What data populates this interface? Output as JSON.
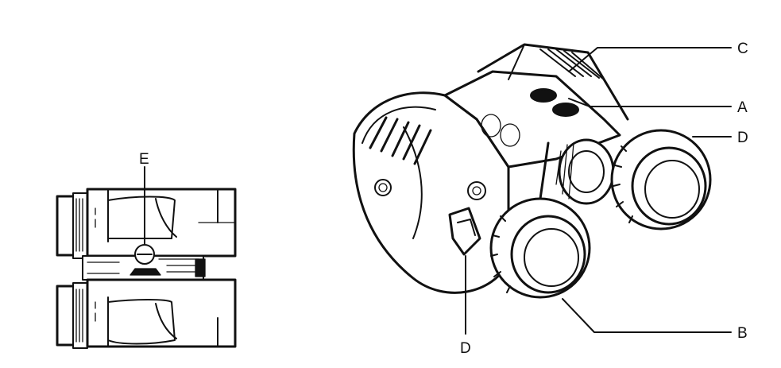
{
  "diagram": {
    "callouts": {
      "c": "C",
      "a": "A",
      "d_right": "D",
      "b": "B",
      "d_bottom": "D",
      "e": "E"
    },
    "colors": {
      "ink": "#111111",
      "background": "#ffffff"
    }
  }
}
